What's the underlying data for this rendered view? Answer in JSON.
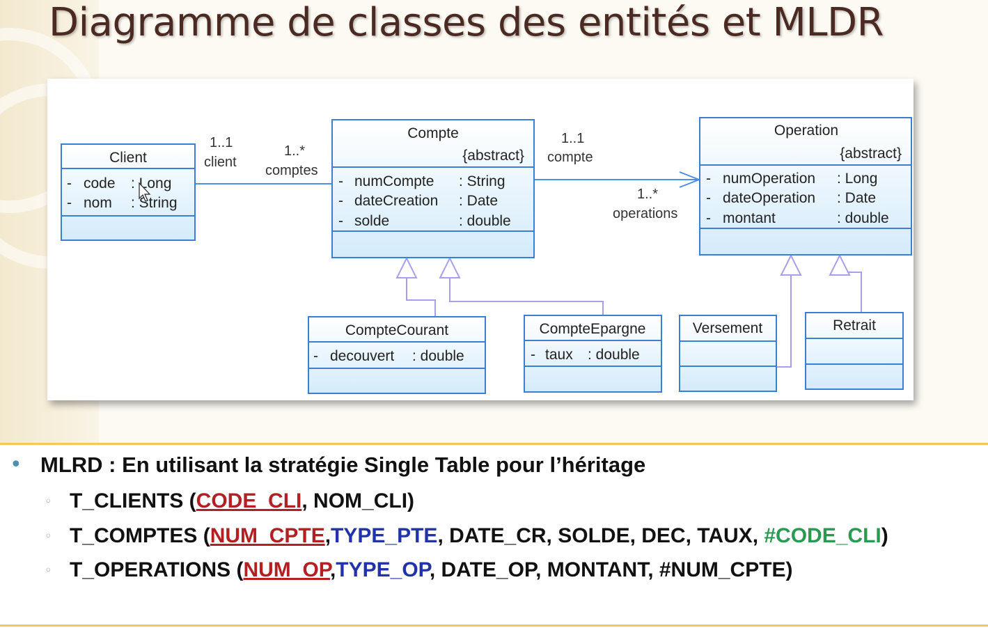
{
  "title": "Diagramme de classes des entités et MLDR",
  "diagram": {
    "classes": {
      "client": {
        "name": "Client",
        "attrs": [
          {
            "vis": "-",
            "name": "code",
            "type": ": Long"
          },
          {
            "vis": "-",
            "name": "nom",
            "type": ": String"
          }
        ]
      },
      "compte": {
        "name": "Compte",
        "stereotype": "{abstract}",
        "attrs": [
          {
            "vis": "-",
            "name": "numCompte",
            "type": ": String"
          },
          {
            "vis": "-",
            "name": "dateCreation",
            "type": ": Date"
          },
          {
            "vis": "-",
            "name": "solde",
            "type": ": double"
          }
        ]
      },
      "operation": {
        "name": "Operation",
        "stereotype": "{abstract}",
        "attrs": [
          {
            "vis": "-",
            "name": "numOperation",
            "type": ": Long"
          },
          {
            "vis": "-",
            "name": "dateOperation",
            "type": ": Date"
          },
          {
            "vis": "-",
            "name": "montant",
            "type": ": double"
          }
        ]
      },
      "compte_courant": {
        "name": "CompteCourant",
        "attrs": [
          {
            "vis": "-",
            "name": "decouvert",
            "type": ": double"
          }
        ]
      },
      "compte_epargne": {
        "name": "CompteEpargne",
        "attrs": [
          {
            "vis": "-",
            "name": "taux",
            "type": ": double"
          }
        ]
      },
      "versement": {
        "name": "Versement",
        "attrs": []
      },
      "retrait": {
        "name": "Retrait",
        "attrs": []
      }
    },
    "associations": {
      "client_compte": {
        "left_mult": "1..1",
        "left_role": "client",
        "right_mult": "1..*",
        "right_role": "comptes"
      },
      "compte_operation": {
        "left_mult": "1..1",
        "left_role": "compte",
        "right_mult": "1..*",
        "right_role": "operations"
      }
    },
    "colors": {
      "box_border": "#3a7fd4",
      "box_fill_top": "#ffffff",
      "box_fill_bottom": "#d4ebfb",
      "line": "#4f8fe0",
      "inherit_line": "#a7a0e8"
    }
  },
  "mlrd": {
    "heading": "MLRD : En utilisant la stratégie Single Table pour l’héritage",
    "lines": [
      {
        "table": "T_CLIENTS (",
        "pk": "CODE_CLI",
        "rest": ", NOM_CLI)"
      },
      {
        "table": "T_COMPTES (",
        "pk": "NUM_CPTE",
        "discriminator": "TYPE_PTE",
        "rest": ", DATE_CR, SOLDE, DEC, TAUX, ",
        "fk": "#CODE_CLI",
        "close": ")"
      },
      {
        "table": "T_OPERATIONS (",
        "pk": "NUM_OP",
        "discriminator": "TYPE_OP",
        "rest": ",  DATE_OP, MONTANT, #NUM_CPTE)"
      }
    ],
    "colors": {
      "pk": "#b32024",
      "discriminator": "#2233aa",
      "fk": "#2a9a52"
    }
  }
}
